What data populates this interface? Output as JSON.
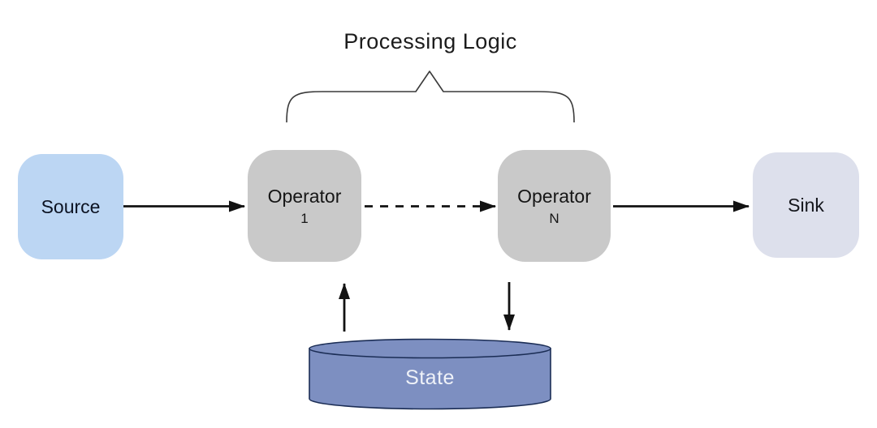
{
  "diagram": {
    "title": "Processing Logic",
    "background_color": "#ffffff",
    "line_color": "#121212",
    "brace_color": "#3a3a3a",
    "nodes": {
      "source": {
        "label": "Source",
        "shape": "rounded-rect",
        "fill": "#bcd6f3",
        "text_color": "#0c1322"
      },
      "operator1": {
        "label": "Operator",
        "sublabel": "1",
        "shape": "rounded-rect",
        "fill": "#c9c9c9",
        "text_color": "#161616"
      },
      "operatorN": {
        "label": "Operator",
        "sublabel": "N",
        "shape": "rounded-rect",
        "fill": "#c9c9c9",
        "text_color": "#161616"
      },
      "sink": {
        "label": "Sink",
        "shape": "rounded-rect",
        "fill": "#dde0ec",
        "text_color": "#14161c"
      },
      "state": {
        "label": "State",
        "shape": "cylinder",
        "fill": "#7d8fc1",
        "stroke": "#1b2d55",
        "text_color": "#eff2f8"
      }
    },
    "edges": [
      {
        "from": "source",
        "to": "operator1",
        "style": "solid",
        "direction": "right"
      },
      {
        "from": "operator1",
        "to": "operatorN",
        "style": "dashed",
        "direction": "right"
      },
      {
        "from": "operatorN",
        "to": "sink",
        "style": "solid",
        "direction": "right"
      },
      {
        "from": "state",
        "to": "operator1",
        "style": "solid",
        "direction": "up"
      },
      {
        "from": "operatorN",
        "to": "state",
        "style": "solid",
        "direction": "down"
      }
    ],
    "annotations": [
      {
        "type": "curly-brace",
        "label": "Processing Logic",
        "spans": [
          "operator1",
          "operatorN"
        ]
      }
    ]
  }
}
